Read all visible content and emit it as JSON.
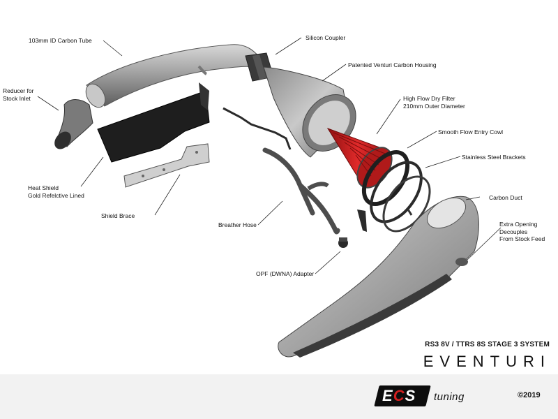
{
  "labels": {
    "carbon_tube": "103mm ID Carbon Tube",
    "silicon_coupler": "Silicon Coupler",
    "venturi_housing": "Patented Venturi Carbon Housing",
    "filter_line1": "High Flow Dry Filter",
    "filter_line2": "210mm Outer Diameter",
    "entry_cowl": "Smooth Flow Entry Cowl",
    "brackets": "Stainless Steel Brackets",
    "carbon_duct": "Carbon Duct",
    "opening_line1": "Extra Opening",
    "opening_line2": "Decouples",
    "opening_line3": "From Stock Feed",
    "reducer_line1": "Reducer for",
    "reducer_line2": "Stock Inlet",
    "heat_shield_line1": "Heat Shield",
    "heat_shield_line2": "Gold Refelctive Lined",
    "shield_brace": "Shield Brace",
    "breather_hose": "Breather Hose",
    "opf_adapter": "OPF (DWNA) Adapter"
  },
  "branding": {
    "system_title": "RS3 8V / TTRS 8S STAGE 3 SYSTEM",
    "brand_name": "EVENTURI",
    "logo_letters_e": "E",
    "logo_letters_c": "C",
    "logo_letters_s": "S",
    "logo_word": "tuning",
    "copyright": "©2019"
  },
  "colors": {
    "filter_red": "#d11f1f",
    "carbon_grey": "#9a9a9a",
    "dark_part": "#2a2a2a"
  }
}
